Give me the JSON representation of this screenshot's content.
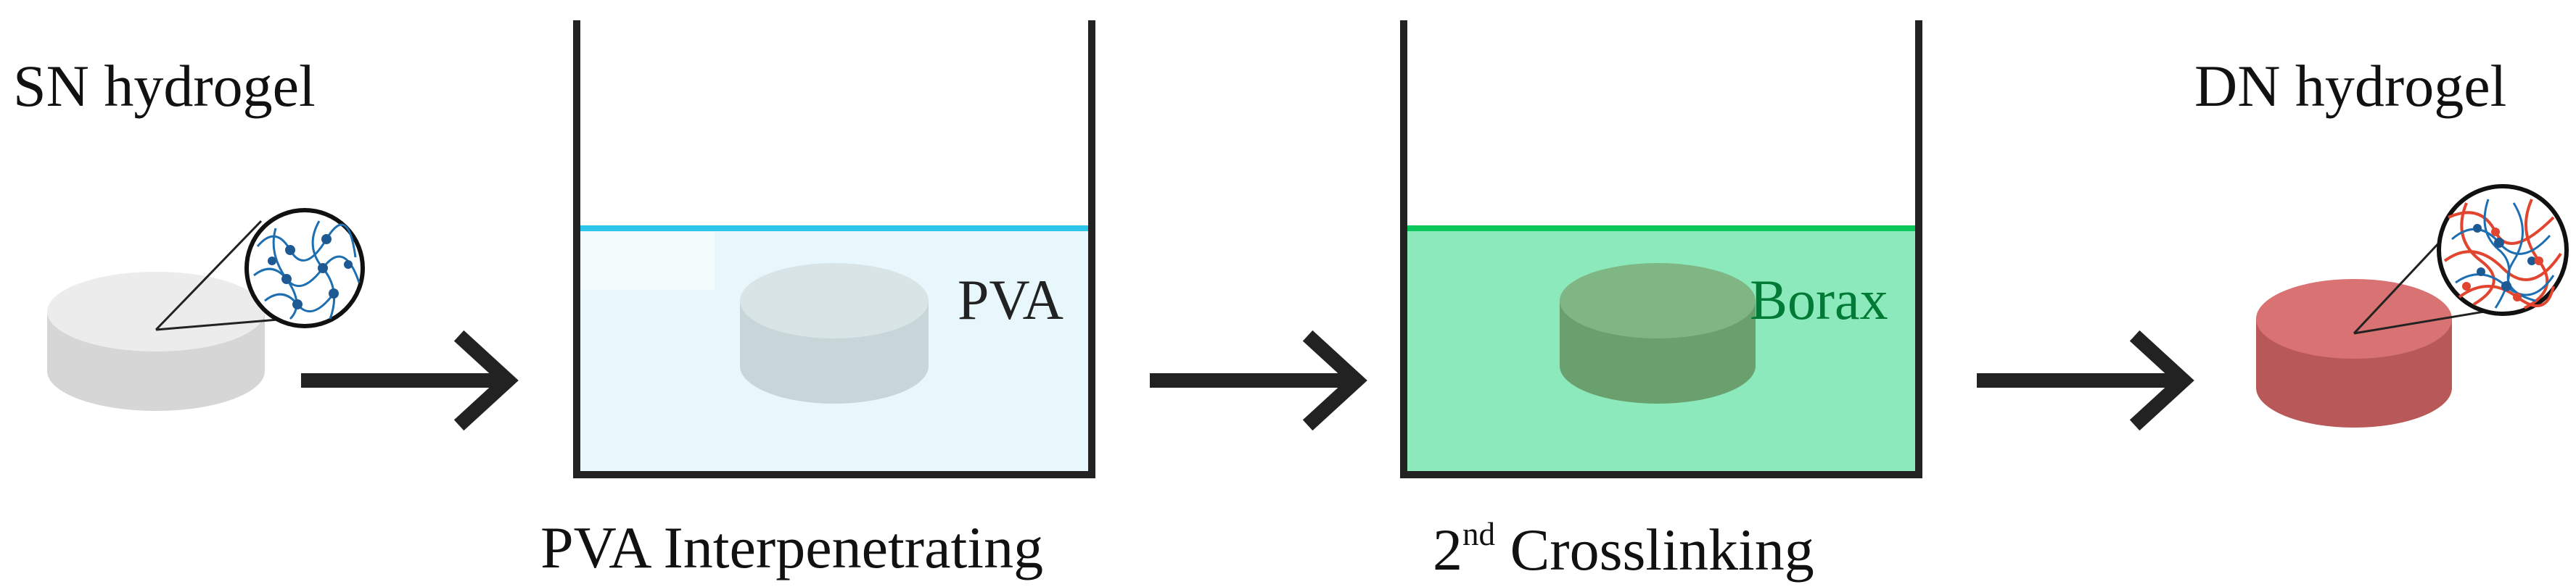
{
  "labels": {
    "sn": "SN hydrogel",
    "dn": "DN hydrogel",
    "step1": "PVA Interpenetrating",
    "step2_sup": "nd",
    "step2_num": "2",
    "step2_rest": " Crosslinking",
    "pva": "PVA",
    "borax": "Borax"
  },
  "colors": {
    "sn_disk": "#e6e6e6",
    "pva_liquid": "#e8f7fc",
    "pva_line": "#2ec5ea",
    "pva_disk": "#d3e0e3",
    "borax_liquid": "#8be9bb",
    "borax_line": "#0cc85a",
    "borax_disk": "#7bb37f",
    "borax_text": "#007a35",
    "dn_disk": "#d97272",
    "network_blue": "#1d6fb1",
    "network_red": "#e2452f",
    "arrow": "#222222"
  },
  "icons": [
    "right-arrow-icon",
    "network-magnifier-icon"
  ]
}
